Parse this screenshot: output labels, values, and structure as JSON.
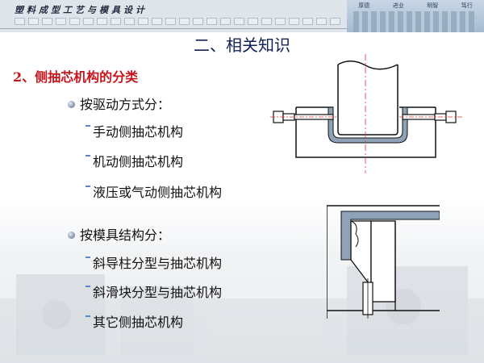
{
  "header": {
    "course_title": "塑料成型工艺与模具设计",
    "mottos": [
      "厚德",
      "进业",
      "明智",
      "笃行"
    ]
  },
  "slide": {
    "title": "二、相关知识",
    "section_heading": "2、侧抽芯机构的分类",
    "categories": [
      {
        "label": "按驱动方式分：",
        "items": [
          "手动侧抽芯机构",
          "机动侧抽芯机构",
          "液压或气动侧抽芯机构"
        ]
      },
      {
        "label": "按模具结构分：",
        "items": [
          "斜导柱分型与抽芯机构",
          "斜滑块分型与抽芯机构",
          "其它侧抽芯机构"
        ]
      }
    ]
  },
  "colors": {
    "title": "#102058",
    "heading": "#c4161c",
    "item_dash": "#5e84c5",
    "part_fill": "#8fa3b8",
    "axis_line": "#e03030"
  }
}
